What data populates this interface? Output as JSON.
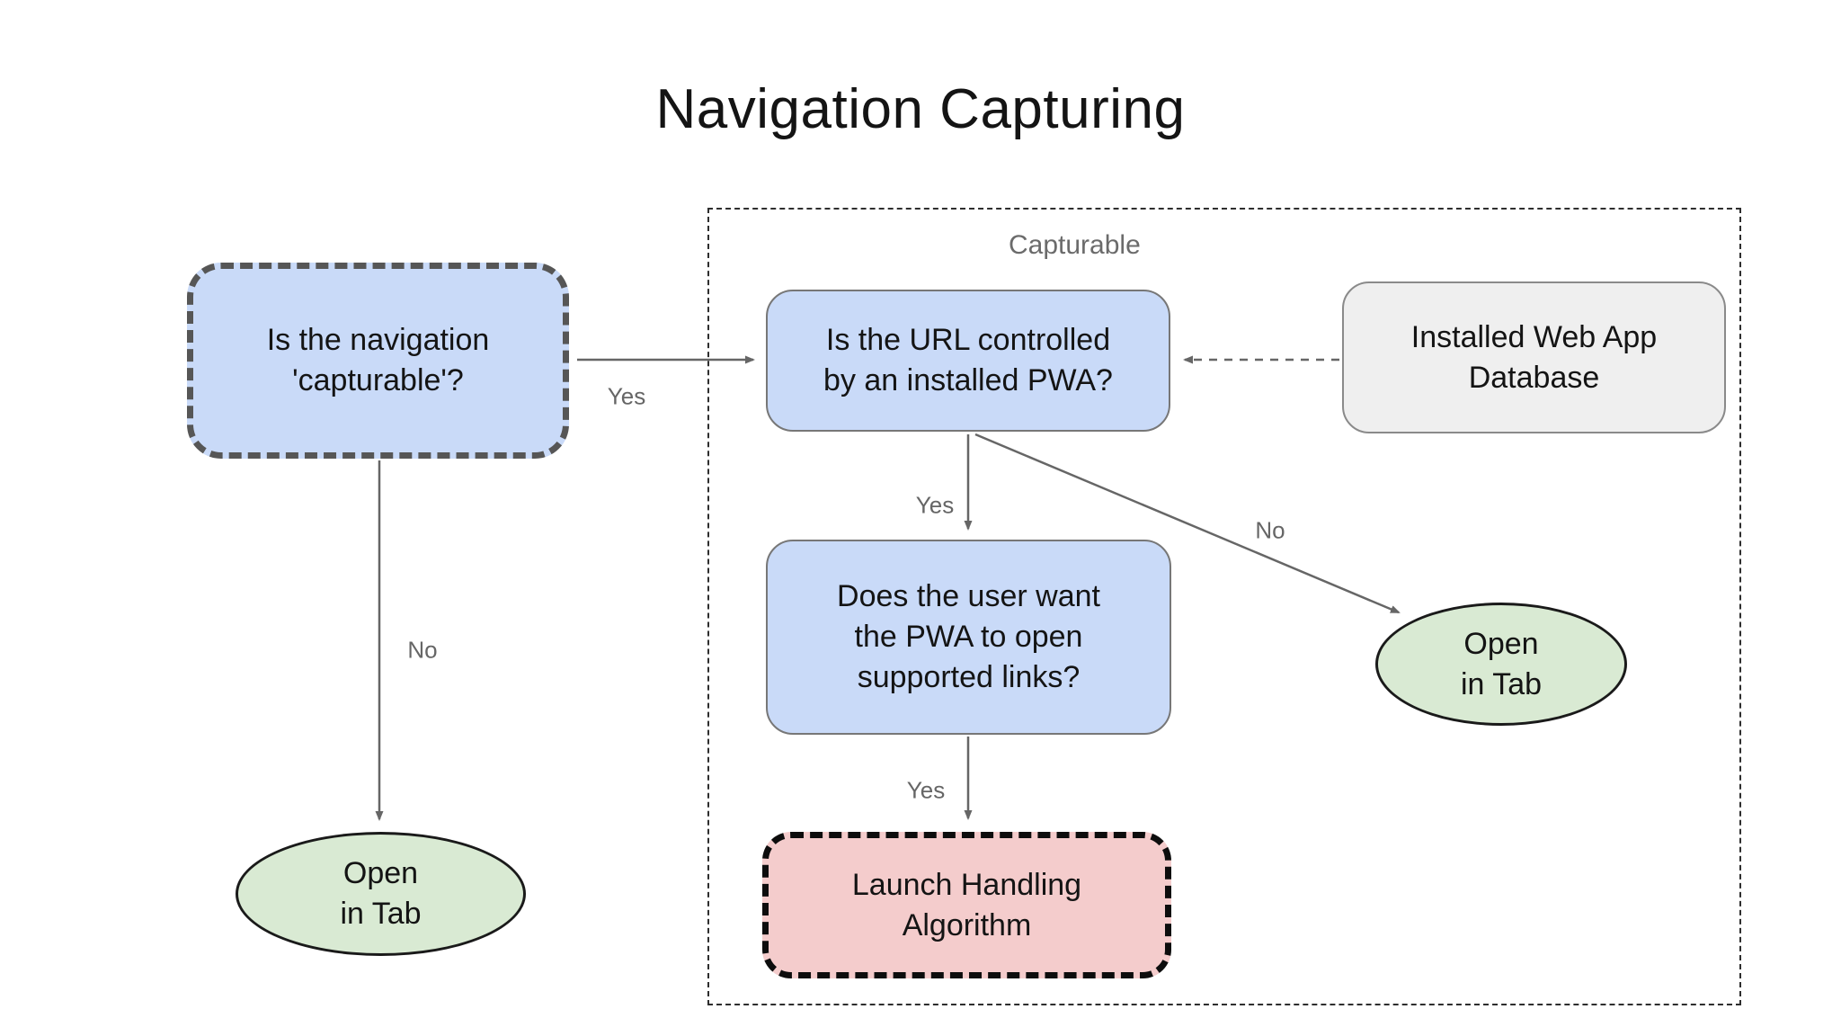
{
  "title": "Navigation Capturing",
  "diagram": {
    "group_label": "Capturable",
    "nodes": [
      {
        "id": "is-navigation-capturable",
        "label": "Is the navigation\n'capturable'?",
        "shape": "rounded-rect",
        "style": "blue-dashed"
      },
      {
        "id": "is-url-controlled-by-pwa",
        "label": "Is the URL controlled\nby an installed PWA?",
        "shape": "rounded-rect",
        "style": "blue-solid"
      },
      {
        "id": "installed-web-app-database",
        "label": "Installed Web App\nDatabase",
        "shape": "rounded-rect",
        "style": "gray-solid"
      },
      {
        "id": "does-user-want-supported-links",
        "label": "Does the user want\nthe PWA to open\nsupported links?",
        "shape": "rounded-rect",
        "style": "blue-solid"
      },
      {
        "id": "open-in-tab-right",
        "label": "Open\nin Tab",
        "shape": "ellipse",
        "style": "green"
      },
      {
        "id": "open-in-tab-left",
        "label": "Open\nin Tab",
        "shape": "ellipse",
        "style": "green"
      },
      {
        "id": "launch-handling-algorithm",
        "label": "Launch Handling\nAlgorithm",
        "shape": "rounded-rect",
        "style": "red-dashed"
      }
    ],
    "edge_labels": {
      "capturable_yes": "Yes",
      "capturable_no": "No",
      "url_controlled_yes": "Yes",
      "url_controlled_no": "No",
      "user_wants_yes": "Yes"
    }
  },
  "colors": {
    "node_blue": "#c9daf8",
    "node_green": "#d9ead3",
    "node_gray": "#efefef",
    "node_red": "#f4cccc",
    "arrow_gray": "#666666",
    "edge_label_gray": "#666666",
    "dashed_group_border": "#2e2e2e"
  }
}
